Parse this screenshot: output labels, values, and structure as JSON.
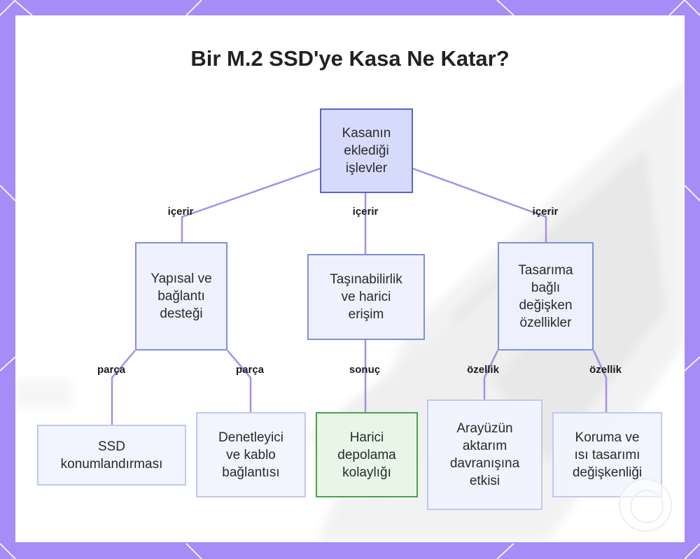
{
  "title": "Bir M.2 SSD'ye Kasa Ne Katar?",
  "colors": {
    "frame": "#a58cf6",
    "edge": "#a98ee6",
    "root_fill": "#d7dbfb",
    "root_border": "#5a64c8",
    "node_border": "#a6b2ee",
    "accent_fill": "#e8f6e8",
    "accent_border": "#49a24f"
  },
  "nodes": {
    "root": "Kasanın\neklediği\nişlevler",
    "yapisal": "Yapısal ve\nbağlantı\ndesteği",
    "tasinabilirlik": "Taşınabilirlik\nve harici\nerişim",
    "tasarim": "Tasarıma\nbağlı\ndeğişken\nözellikler",
    "ssd_konum": "SSD\nkonumlandırması",
    "denetleyici": "Denetleyici\nve kablo\nbağlantısı",
    "harici_depolama": "Harici\ndepolama\nkolaylığı",
    "arayuz": "Arayüzün\naktarım\ndavranışına\netkisi",
    "koruma": "Koruma ve\nısı tasarımı\ndeğişkenliği"
  },
  "edges": {
    "root_yapisal": "içerir",
    "root_tasinabilirlik": "içerir",
    "root_tasarim": "içerir",
    "yapisal_ssd": "parça",
    "yapisal_denetleyici": "parça",
    "tasinabilirlik_harici": "sonuç",
    "tasarim_arayuz": "özellik",
    "tasarim_koruma": "özellik"
  }
}
